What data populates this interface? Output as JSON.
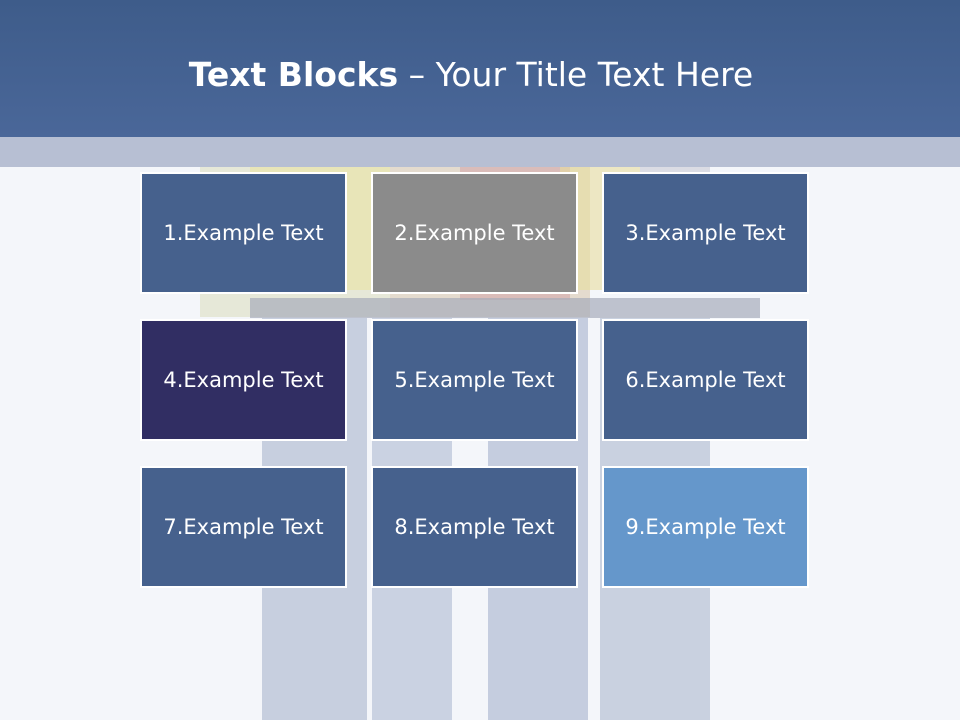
{
  "title": {
    "bold": "Text Blocks",
    "dash": " – ",
    "rest": "Your Title Text Here"
  },
  "colors": {
    "header": "#4a6799",
    "block_default": "#46618d",
    "block_gray": "#8b8b8b",
    "block_dark": "#312e63",
    "block_light": "#6597cb"
  },
  "blocks": [
    {
      "label": "1.Example Text",
      "color": "#46618d"
    },
    {
      "label": "2.Example Text",
      "color": "#8b8b8b"
    },
    {
      "label": "3.Example Text",
      "color": "#46618d"
    },
    {
      "label": "4.Example Text",
      "color": "#312e63"
    },
    {
      "label": "5.Example Text",
      "color": "#46618d"
    },
    {
      "label": "6.Example Text",
      "color": "#46618d"
    },
    {
      "label": "7.Example Text",
      "color": "#46618d"
    },
    {
      "label": "8.Example Text",
      "color": "#46618d"
    },
    {
      "label": "9.Example Text",
      "color": "#6597cb"
    }
  ]
}
